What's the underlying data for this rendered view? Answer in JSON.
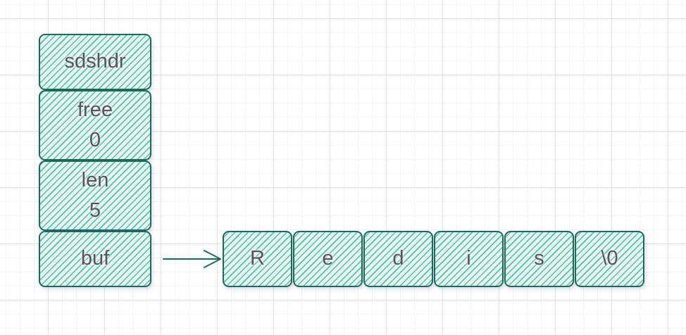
{
  "struct": {
    "title": "sdshdr",
    "fields": [
      {
        "name": "free",
        "value": "0"
      },
      {
        "name": "len",
        "value": "5"
      },
      {
        "name": "buf"
      }
    ]
  },
  "buffer": [
    "R",
    "e",
    "d",
    "i",
    "s",
    "\\0"
  ],
  "colors": {
    "stroke": "#1b6b5b",
    "hatch": "#3fcaa2",
    "text": "#555555"
  }
}
